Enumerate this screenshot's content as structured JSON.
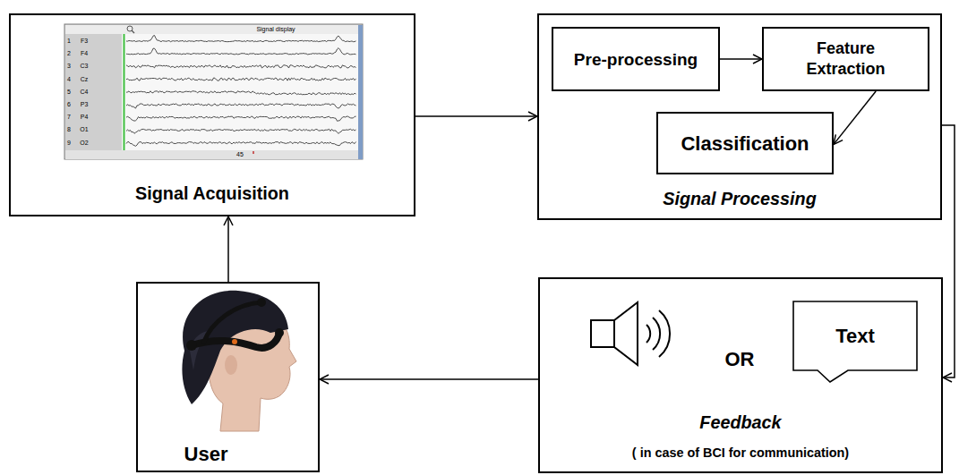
{
  "diagram": {
    "nodes": [
      {
        "text": [
          "Signal Acquisition"
        ]
      },
      {
        "text": [
          "Signal Processing"
        ]
      },
      {
        "text": [
          "Pre-processing"
        ],
        "in": 1
      },
      {
        "text": [
          "Feature Extraction"
        ],
        "in": 1
      },
      {
        "text": [
          "Classification"
        ],
        "in": 1
      },
      {
        "text": [
          "User"
        ]
      },
      {
        "text": [
          "Feedback",
          "( in case of BCI for communication)"
        ]
      },
      {
        "text": [
          "Text"
        ],
        "in": 6
      }
    ],
    "edges": [
      {
        "from": 0,
        "to": 1,
        "arrow": "to"
      },
      {
        "from": 2,
        "to": 3,
        "arrow": "to"
      },
      {
        "from": 3,
        "to": 4,
        "arrow": "to"
      },
      {
        "from": 1,
        "to": 6,
        "arrow": "to"
      },
      {
        "from": 6,
        "to": 5,
        "arrow": "to"
      },
      {
        "from": 5,
        "to": 0,
        "arrow": "to"
      }
    ],
    "labels": [
      "Signal display",
      "1",
      "F3",
      "2",
      "F4",
      "3",
      "C3",
      "4",
      "Cz",
      "5",
      "C4",
      "6",
      "P3",
      "7",
      "P4",
      "8",
      "O1",
      "9",
      "O2",
      "45",
      "OR"
    ]
  }
}
